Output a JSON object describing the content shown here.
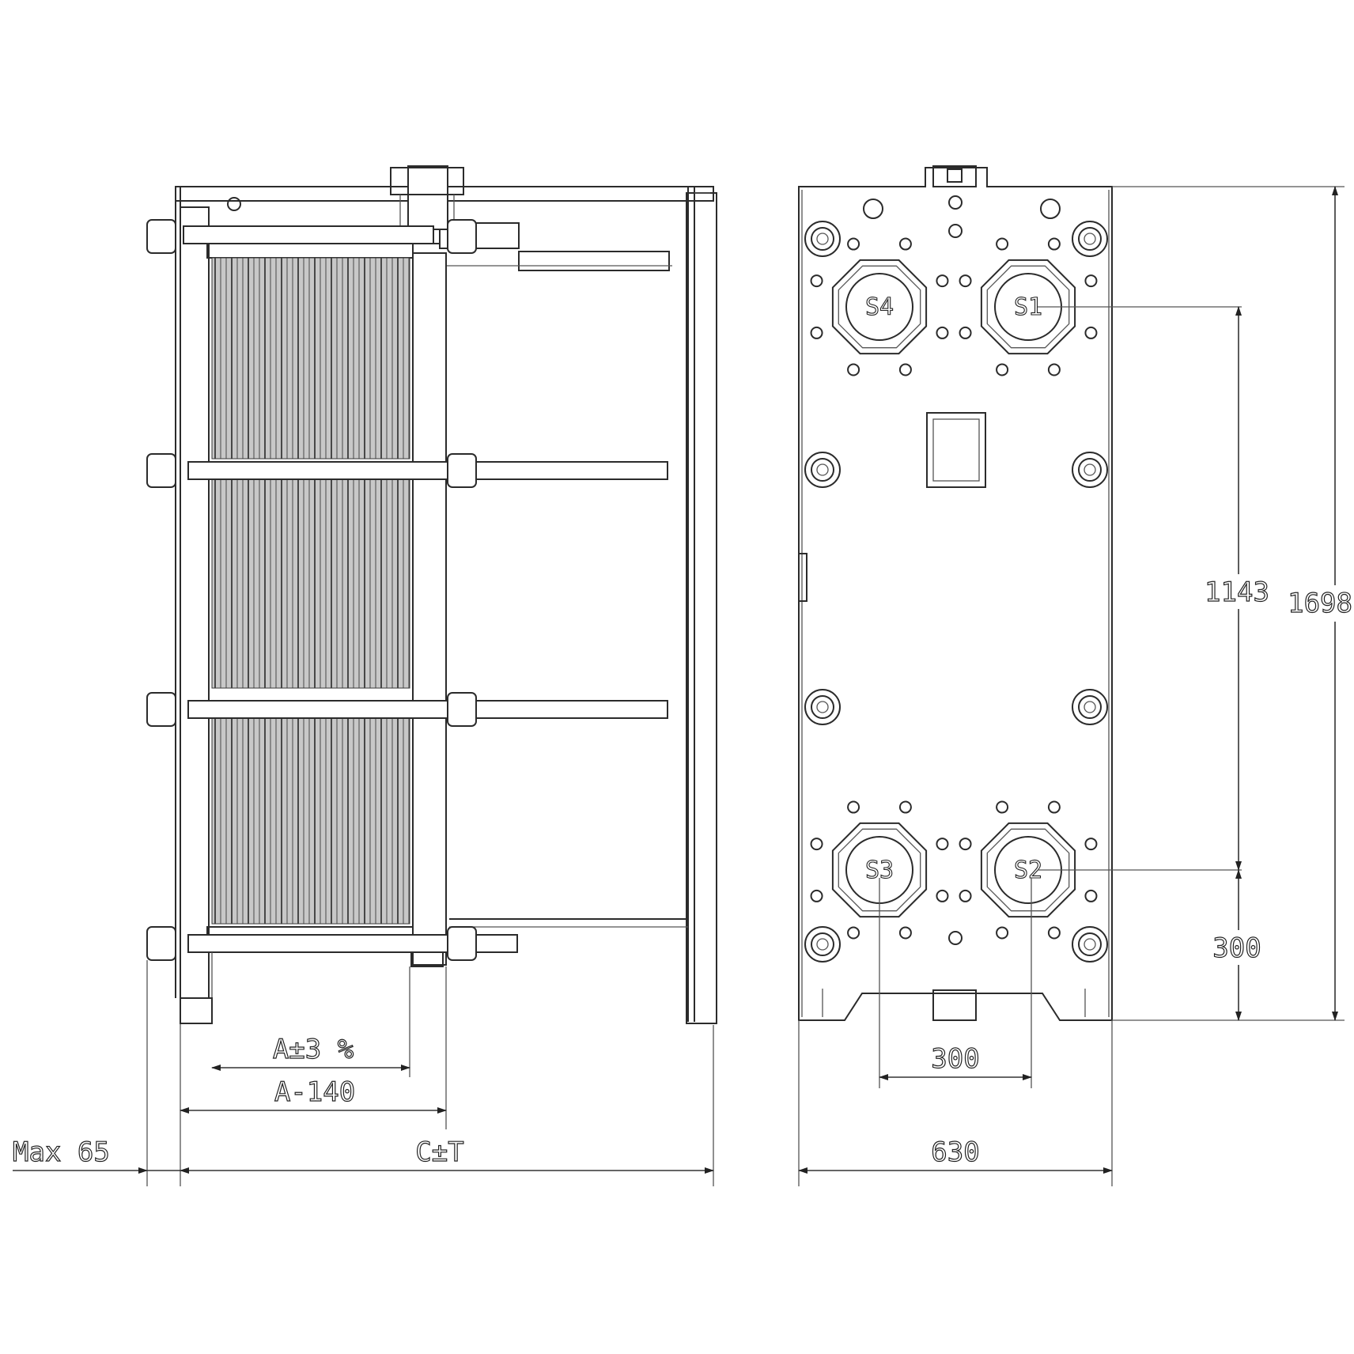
{
  "side_view": {
    "dim_plate_pack": "A±3 %",
    "dim_compression": "A-140",
    "dim_overall": "C±T",
    "dim_max_clearance": "Max 65"
  },
  "front_view": {
    "port_labels": [
      "S4",
      "S1",
      "S3",
      "S2"
    ],
    "dim_port_vertical": "1143",
    "dim_total_height": "1698",
    "dim_port_bottom_offset": "300",
    "dim_port_horizontal": "300",
    "dim_frame_width": "630"
  }
}
